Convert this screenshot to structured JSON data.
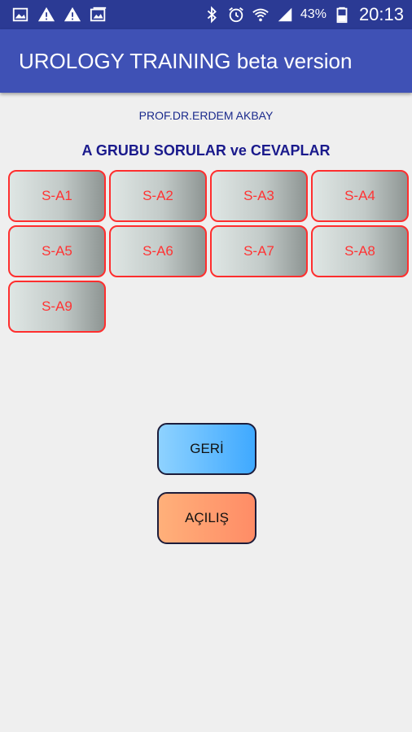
{
  "status_bar": {
    "icons_left": [
      "image-icon",
      "warning-icon",
      "warning-icon",
      "gallery-icon"
    ],
    "icons_right": [
      "bluetooth-icon",
      "alarm-icon",
      "wifi-icon",
      "signal-icon",
      "battery-icon"
    ],
    "battery": "43%",
    "time": "20:13"
  },
  "app_bar": {
    "title": "UROLOGY TRAINING beta version"
  },
  "author": "PROF.DR.ERDEM AKBAY",
  "section_title": "A GRUBU SORULAR ve CEVAPLAR",
  "question_buttons": [
    "S-A1",
    "S-A2",
    "S-A3",
    "S-A4",
    "S-A5",
    "S-A6",
    "S-A7",
    "S-A8",
    "S-A9"
  ],
  "nav": {
    "back_label": "GERİ",
    "opening_label": "AÇILIŞ"
  },
  "colors": {
    "status_bar": "#2b3a94",
    "app_bar": "#3f51b5",
    "button_border": "#ff2e2e",
    "button_text": "#ff3333",
    "back_button": "#3fa9ff",
    "opening_button": "#ff8c66"
  }
}
